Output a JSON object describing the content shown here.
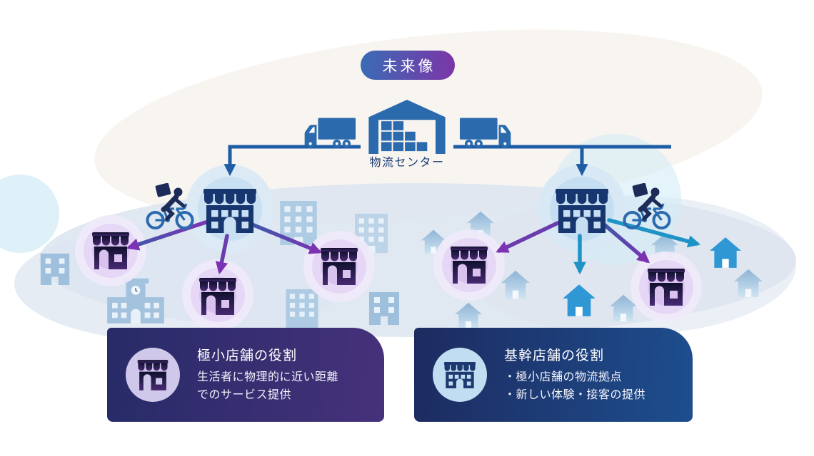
{
  "header": {
    "title_badge": "未来像"
  },
  "logistics": {
    "label": "物流センター"
  },
  "cards": {
    "micro_store": {
      "title": "極小店舗の役割",
      "body_lines": [
        "生活者に物理的に近い距離",
        "でのサービス提供"
      ]
    },
    "core_store": {
      "title": "基幹店舗の役割",
      "body_lines": [
        "・極小店舗の物流拠点",
        "・新しい体験・接客の提供"
      ]
    }
  },
  "icons": {
    "badge": "future-vision-badge",
    "center": "logistics-center-icon",
    "trucks": "truck-icon",
    "core_store": "core-store-icon",
    "micro_store": "micro-store-icon",
    "courier": "courier-bike-icon",
    "house": "house-icon",
    "blue_house": "blue-house-icon",
    "building": "building-icon",
    "school": "school-icon"
  },
  "colors": {
    "badge_gradient": [
      "#3a6cb4",
      "#7c35a8"
    ],
    "logistics_blue": "#2a6aad",
    "arrow_navy": "#1f5ca6",
    "arrow_purple": "#7b33b4",
    "arrow_teal": "#1e93c5",
    "core_store_navy": "#17356f",
    "micro_store_dark": "#10102e",
    "micro_card_gradient": [
      "#272b68",
      "#46317a"
    ],
    "core_card_gradient": [
      "#1d2b60",
      "#1d4e8e"
    ],
    "halo_purple": "#d9c2ee",
    "halo_blue": "#c8e0f2",
    "city_blob": "#dde5f0",
    "bright_house_blue": "#2e97d4"
  }
}
